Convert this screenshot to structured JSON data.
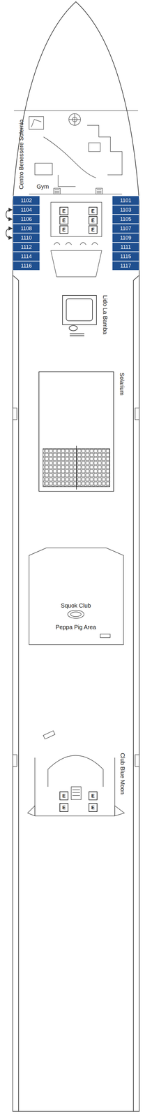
{
  "diagram": {
    "nodes": [
      {
        "text": [
          "1102"
        ]
      },
      {
        "text": [
          "1101"
        ]
      },
      {
        "text": [
          "1104"
        ]
      },
      {
        "text": [
          "1103"
        ]
      },
      {
        "text": [
          "1106"
        ]
      },
      {
        "text": [
          "1105"
        ]
      },
      {
        "text": [
          "1108"
        ]
      },
      {
        "text": [
          "1107"
        ]
      },
      {
        "text": [
          "1110"
        ]
      },
      {
        "text": [
          "1109"
        ]
      },
      {
        "text": [
          "1112"
        ]
      },
      {
        "text": [
          "1111"
        ]
      },
      {
        "text": [
          "1114"
        ]
      },
      {
        "text": [
          "1115"
        ]
      },
      {
        "text": [
          "1116"
        ]
      },
      {
        "text": [
          "1117"
        ]
      },
      {
        "text": [
          "E"
        ]
      },
      {
        "text": [
          "E"
        ]
      },
      {
        "text": [
          "E"
        ]
      },
      {
        "text": [
          "E"
        ]
      },
      {
        "text": [
          "E"
        ]
      },
      {
        "text": [
          "E"
        ]
      },
      {
        "text": [
          "E"
        ]
      },
      {
        "text": [
          "E"
        ]
      },
      {
        "text": [
          "E"
        ]
      },
      {
        "text": [
          "E"
        ]
      }
    ],
    "edges": [
      {
        "from": 2,
        "to": 4,
        "arrow": "both"
      },
      {
        "from": 6,
        "to": 8,
        "arrow": "both"
      }
    ],
    "labels": [
      "Centro Benessere Solemio",
      "Gym",
      "Lido La Bamba",
      "Solarium",
      "Squok Club",
      "Peppa Pig Area",
      "Club Blue Moon"
    ]
  }
}
